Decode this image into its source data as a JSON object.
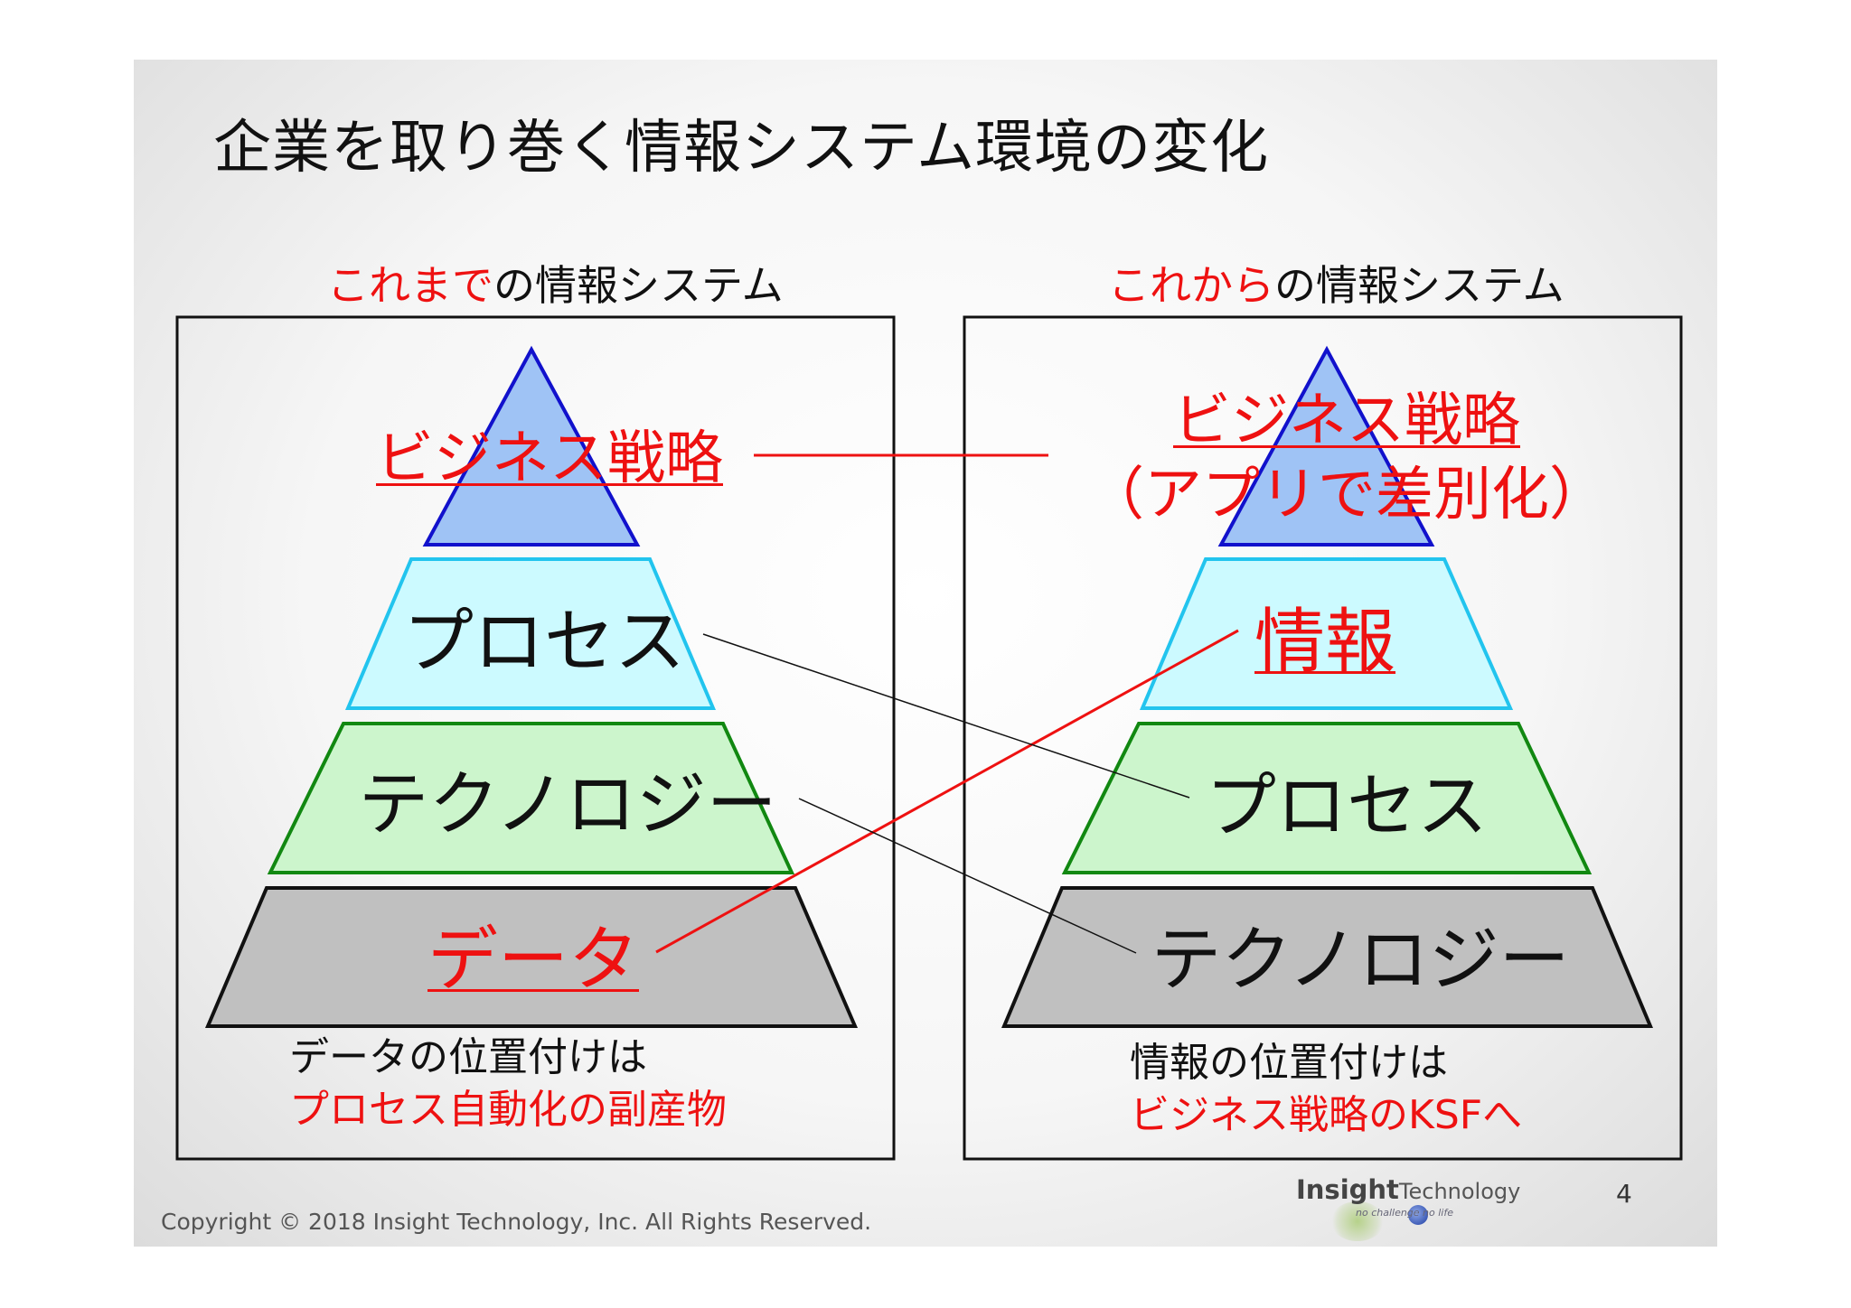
{
  "slide": {
    "title": "企業を取り巻く情報システム環境の変化",
    "copyright": "Copyright © 2018 Insight Technology, Inc. All Rights Reserved.",
    "page_number": "4",
    "logo": {
      "brand_bold": "Insight",
      "brand_rest": "Technology",
      "tagline": "no challenge no life"
    }
  },
  "left": {
    "heading_red": "これまで",
    "heading_rest": "の情報システム",
    "layers": [
      {
        "label": "ビジネス戦略",
        "color": "#ee1111",
        "fill": "#9fc3f5",
        "stroke": "#1111cc"
      },
      {
        "label": "プロセス",
        "color": "#111111",
        "fill": "#ccfaff",
        "stroke": "#22c4ee"
      },
      {
        "label": "テクノロジー",
        "color": "#111111",
        "fill": "#ccf5cc",
        "stroke": "#118811"
      },
      {
        "label": "データ",
        "color": "#ee1111",
        "fill": "#c0c0c0",
        "stroke": "#111111"
      }
    ],
    "note_line1": "データの位置付けは",
    "note_line2": "プロセス自動化の副産物"
  },
  "right": {
    "heading_red": "これから",
    "heading_rest": "の情報システム",
    "layers": [
      {
        "label": "ビジネス戦略",
        "label2": "（アプリで差別化）",
        "color": "#ee1111",
        "fill": "#9fc3f5",
        "stroke": "#1111cc"
      },
      {
        "label": "情報",
        "color": "#ee1111",
        "fill": "#ccfaff",
        "stroke": "#22c4ee"
      },
      {
        "label": "プロセス",
        "color": "#111111",
        "fill": "#ccf5cc",
        "stroke": "#118811"
      },
      {
        "label": "テクノロジー",
        "color": "#111111",
        "fill": "#c0c0c0",
        "stroke": "#111111"
      }
    ],
    "note_line1": "情報の位置付けは",
    "note_line2": "ビジネス戦略のKSFへ"
  }
}
